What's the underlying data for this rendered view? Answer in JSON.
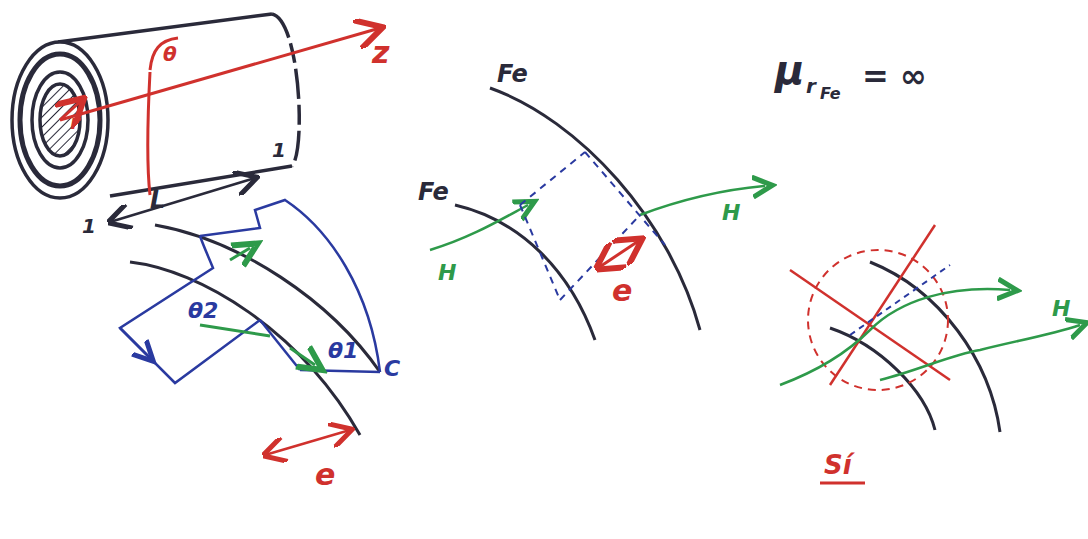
{
  "diagram": {
    "labels": [
      "θ",
      "z",
      "r",
      "L",
      "1",
      "1",
      "Fe",
      "Fe",
      "H",
      "H",
      "e",
      "μ",
      "r",
      "Fe",
      "= ∞",
      "H",
      "Sí",
      "θ2",
      "θ1",
      "C",
      "e"
    ]
  }
}
